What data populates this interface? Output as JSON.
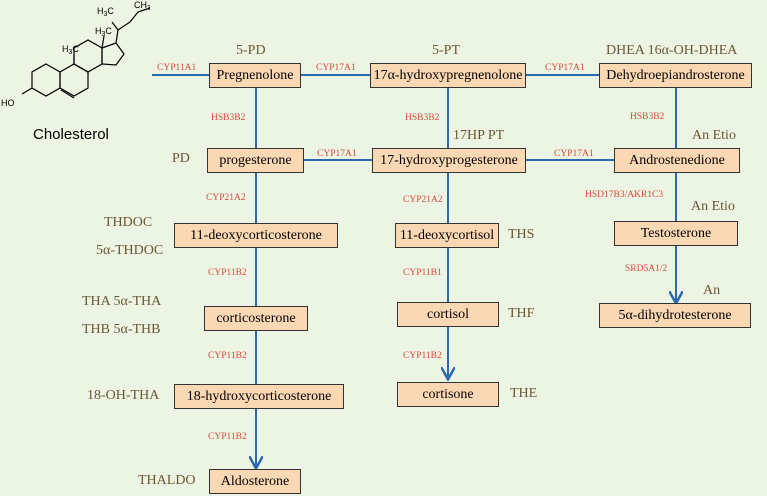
{
  "molecule": {
    "name": "Cholesterol",
    "atoms": {
      "oh": "HO",
      "h": "H",
      "c": "C",
      "sub3": "3"
    }
  },
  "compounds": {
    "pregnenolone": "Pregnenolone",
    "hydroxypregnenolone": "17α-hydroxypregnenolone",
    "dhea": "Dehydroepiandrosterone",
    "progesterone": "progesterone",
    "hydroxyprogesterone": "17-hydroxyprogesterone",
    "androstenedione": "Androstenedione",
    "deoxycorticosterone": "11-deoxycorticosterone",
    "deoxycortisol": "11-deoxycortisol",
    "testosterone": "Testosterone",
    "corticosterone": "corticosterone",
    "cortisol": "cortisol",
    "dht": "5α-dihydrotesterone",
    "hydroxycorticosterone": "18-hydroxycorticosterone",
    "cortisone": "cortisone",
    "aldosterone": "Aldosterone"
  },
  "metabolites": {
    "pd5": "5-PD",
    "pt5": "5-PT",
    "dhea_group": "DHEA  16α-OH-DHEA",
    "pd": "PD",
    "hp_pt": "17HP  PT",
    "an_etio_1": "An  Etio",
    "thdoc": "THDOC",
    "thdoc5a": "5α-THDOC",
    "ths": "THS",
    "an_etio_2": "An  Etio",
    "tha": "THA  5α-THA",
    "thb": "THB  5α-THB",
    "thf": "THF",
    "an": "An",
    "oh_tha": "18-OH-THA",
    "the": "THE",
    "thaldo": "THALDO"
  },
  "enzymes": {
    "cyp11a1": "CYP11A1",
    "cyp17a1_top_1": "CYP17A1",
    "cyp17a1_top_2": "CYP17A1",
    "hsb3b2_1": "HSB3B2",
    "hsb3b2_2": "HSB3B2",
    "hsb3b2_3": "HSB3B2",
    "cyp17a1_mid_1": "CYP17A1",
    "cyp17a1_mid_2": "CYP17A1",
    "cyp21a2_1": "CYP21A2",
    "cyp21a2_2": "CYP21A2",
    "hsd17b3": "HSD17B3/AKR1C3",
    "cyp11b2_1": "CYP11B2",
    "cyp11b1": "CYP11B1",
    "srd5a1": "SRD5A1/2",
    "cyp11b2_2": "CYP11B2",
    "cyp11b2_3": "CYP11B2",
    "cyp11b2_4": "CYP11B2"
  },
  "colors": {
    "connector": "#2c68b0",
    "box_fill": "#fbd8b4",
    "enzyme": "#d9473a",
    "metabolite": "#6b5634",
    "background": "#ecf5e4"
  }
}
